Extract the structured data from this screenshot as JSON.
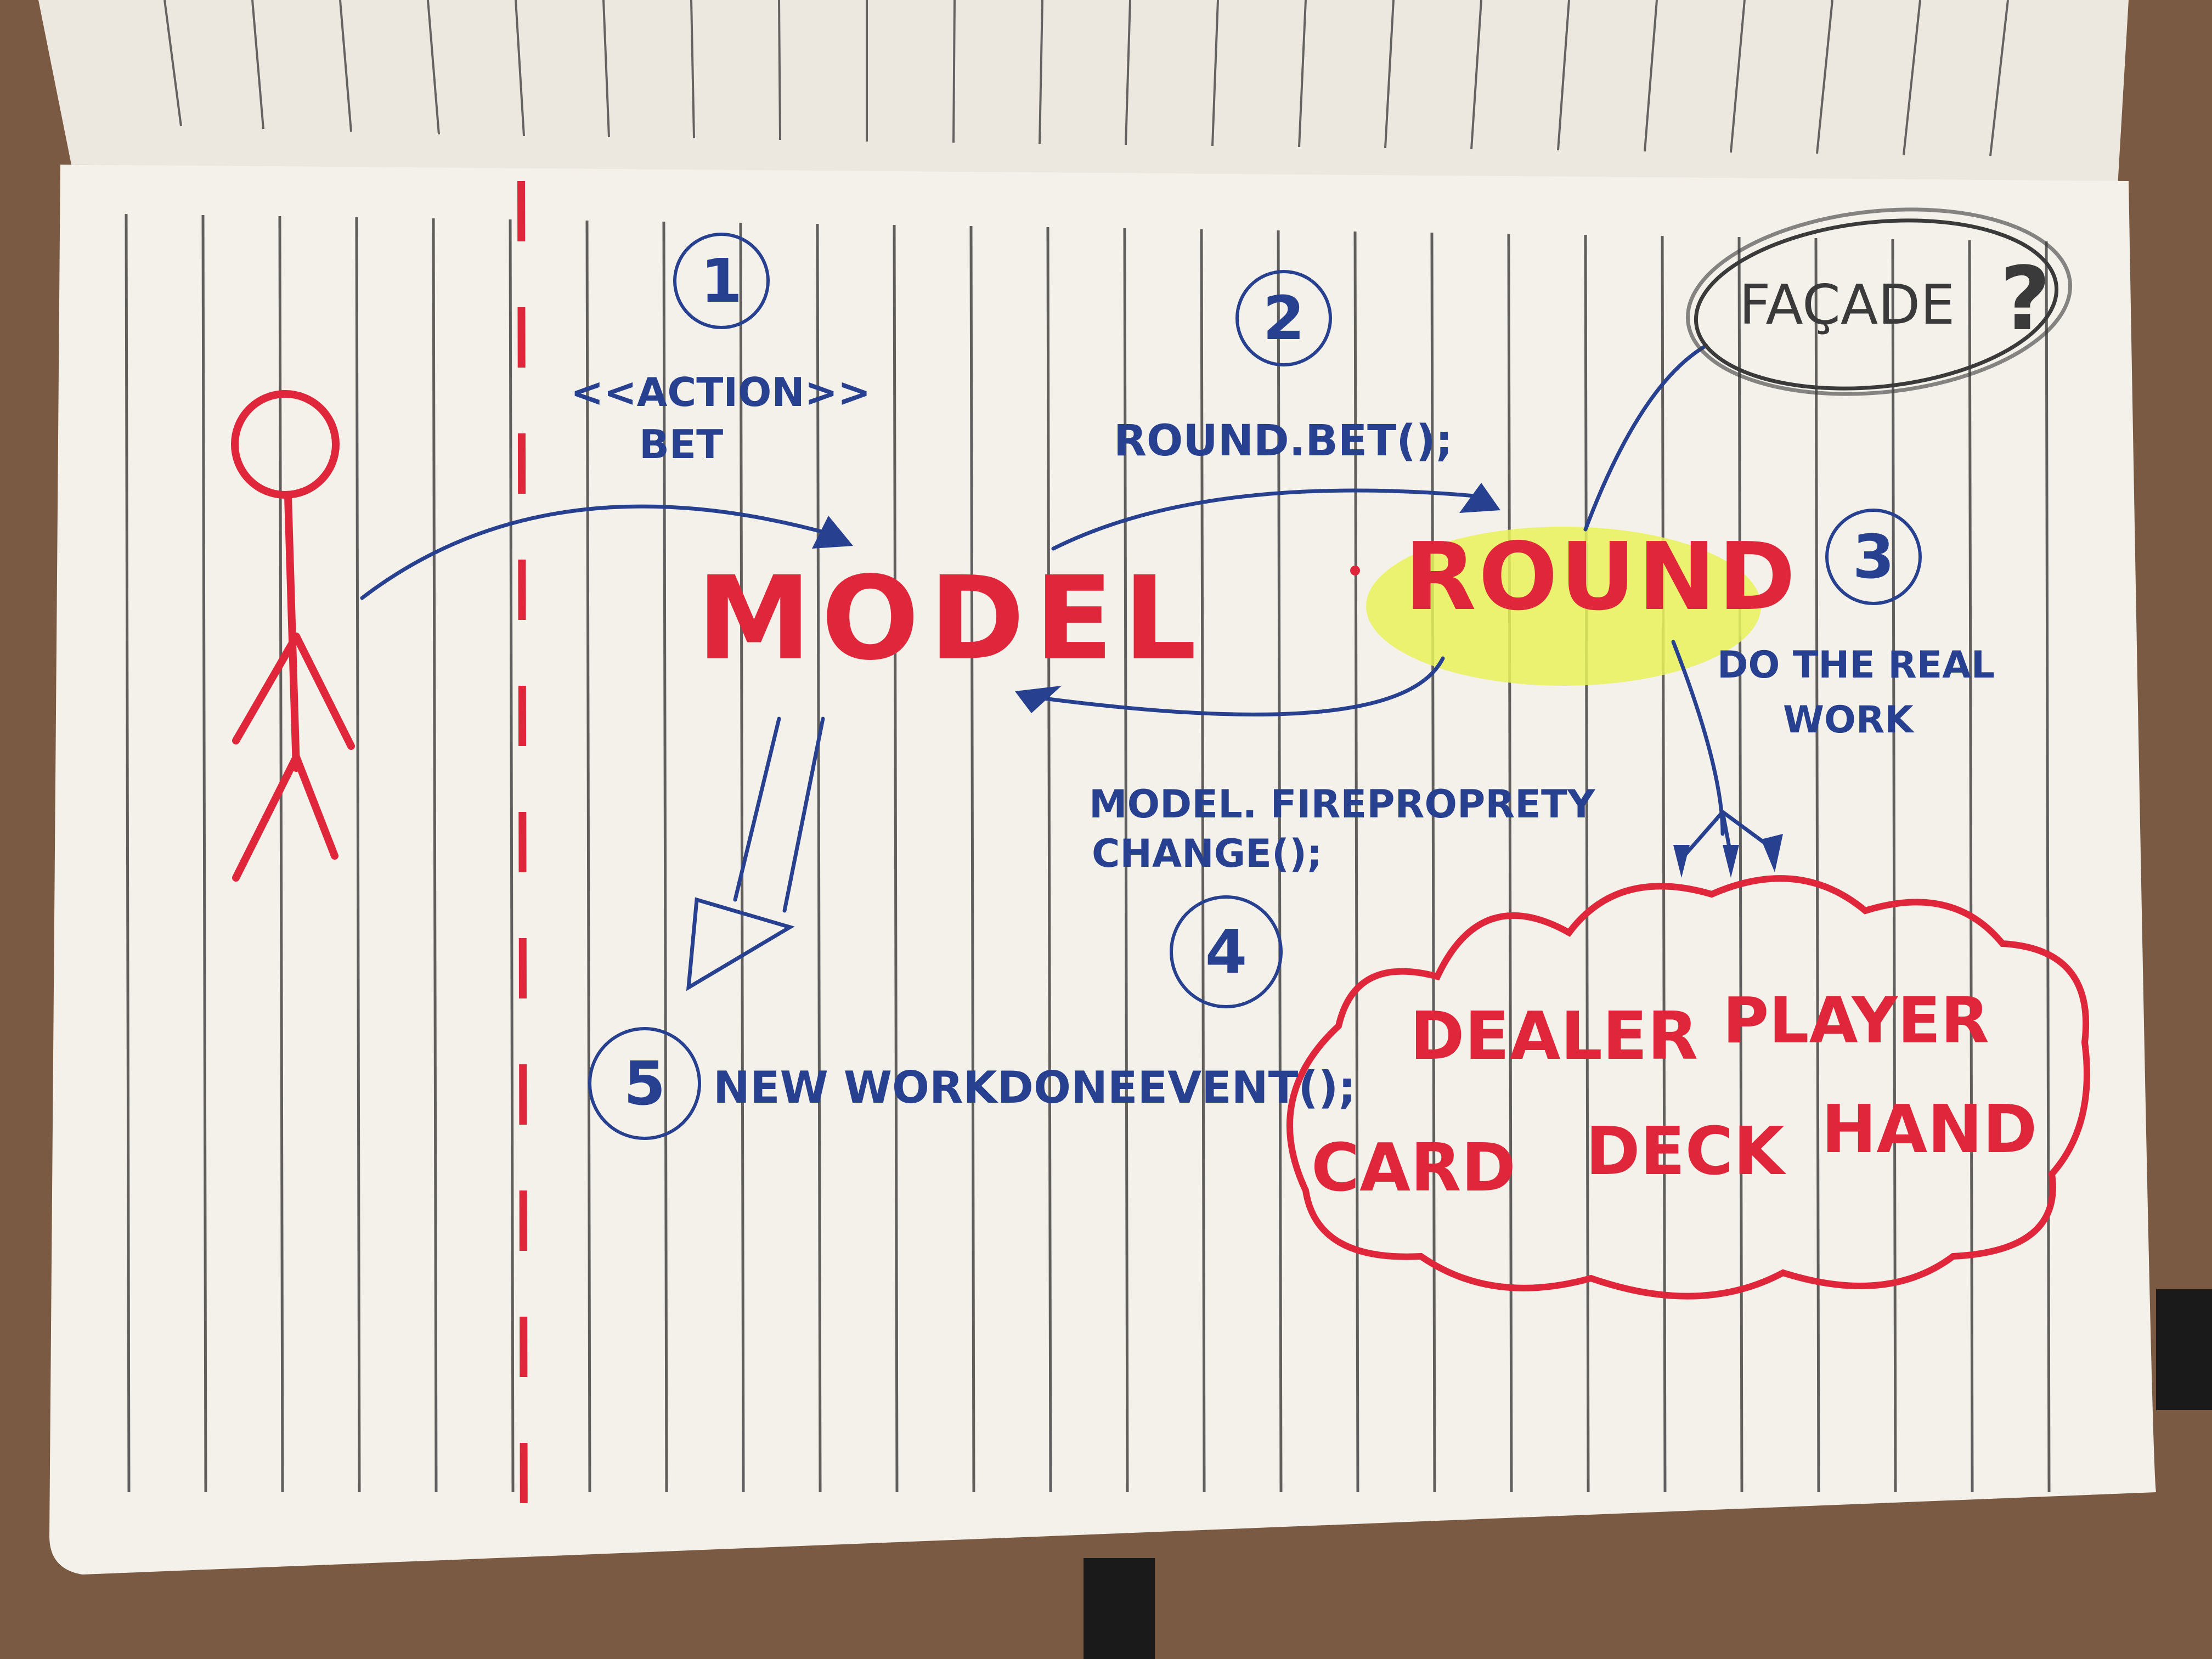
{
  "colors": {
    "ink_blue": "#27408f",
    "ink_red": "#e0263a",
    "highlight": "#e7f25a",
    "paper": "#f4f1ea",
    "pencil": "#3a3a3a"
  },
  "diagram": {
    "steps": [
      "1",
      "2",
      "3",
      "4",
      "5"
    ],
    "action_stereotype": "<<ACTION>>",
    "action_name": "BET",
    "call_round_bet": "ROUND.BET();",
    "model_label": "MODEL",
    "round_label": "ROUND",
    "facade_label": "FAÇADE",
    "facade_question": "?",
    "do_real_work_line1": "DO THE REAL",
    "do_real_work_line2": "WORK",
    "fire_property_line1": "MODEL. FIREPROPRETY",
    "fire_property_line2": "CHANGE();",
    "new_event": "NEW WORKDONEEVENT();",
    "domain_objects_row1": [
      "DEALER",
      "PLAYER"
    ],
    "domain_objects_row2": [
      "CARD",
      "DECK",
      "HAND"
    ]
  }
}
